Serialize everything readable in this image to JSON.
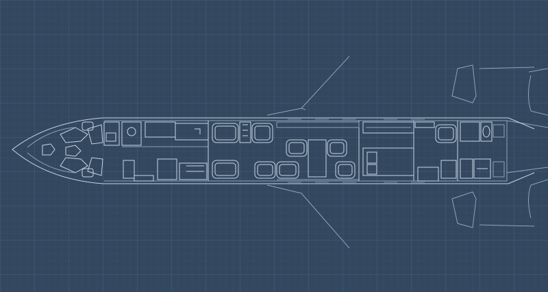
{
  "diagram": {
    "kind": "aircraft cabin floor plan blueprint",
    "colors": {
      "background": "#33485f",
      "grid_minor": "#3d5570",
      "grid_major": "#466080",
      "line": "#c9d6e4",
      "line_faint": "#8ea4bb"
    },
    "zones": [
      {
        "id": "cockpit",
        "seats": 2
      },
      {
        "id": "forward-galley",
        "seats": 0
      },
      {
        "id": "forward-lounge",
        "seats": 4
      },
      {
        "id": "mid-cabin-club",
        "seats": 6
      },
      {
        "id": "divan-area",
        "seats": 1
      },
      {
        "id": "aft-lavatory",
        "seats": 0
      }
    ]
  }
}
